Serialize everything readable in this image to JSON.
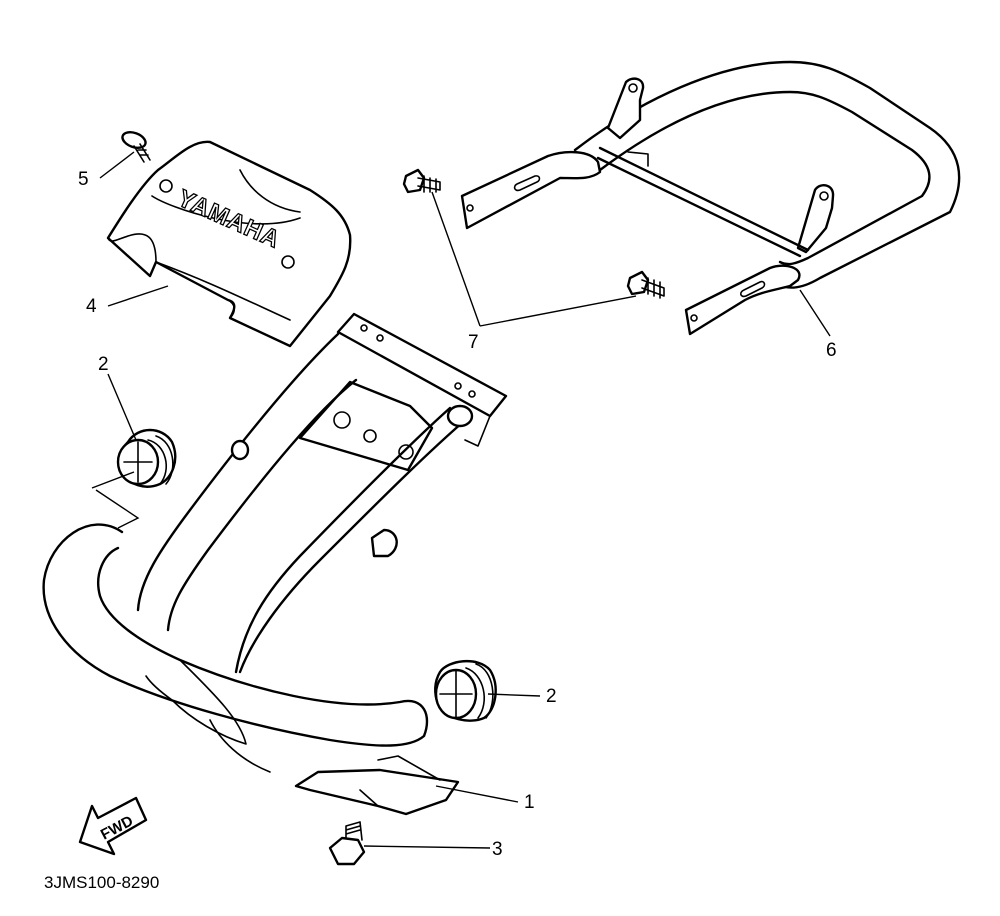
{
  "diagram": {
    "part_code": "3JMS100-8290",
    "direction_label": "FWD",
    "brand_logo": "YAMAHA",
    "callouts": [
      {
        "number": "1",
        "part": "skid-plate"
      },
      {
        "number": "2",
        "part": "grommet-right"
      },
      {
        "number": "2",
        "part": "grommet-left"
      },
      {
        "number": "3",
        "part": "flange-bolt"
      },
      {
        "number": "4",
        "part": "guard-pad"
      },
      {
        "number": "5",
        "part": "pad-screw"
      },
      {
        "number": "6",
        "part": "rear-bar"
      },
      {
        "number": "7",
        "part": "bar-bolts"
      }
    ]
  }
}
